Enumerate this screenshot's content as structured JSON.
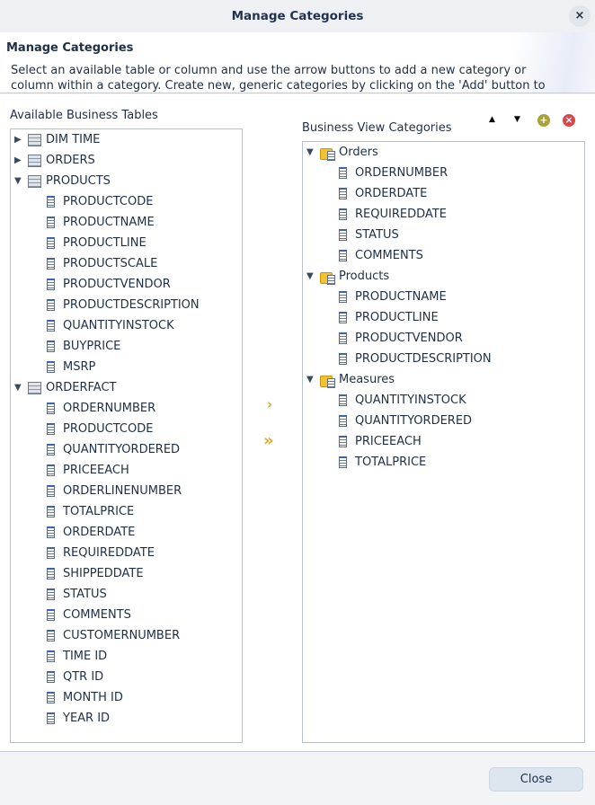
{
  "window": {
    "title": "Manage Categories",
    "close": "×"
  },
  "header": {
    "title": "Manage Categories",
    "description": "Select an available table or column and use the arrow buttons to add a new category or column within a category. Create new, generic categories by clicking on the 'Add' button to"
  },
  "left": {
    "label": "Available Business Tables",
    "items": [
      {
        "label": "DIM TIME",
        "type": "table",
        "state": "collapsed"
      },
      {
        "label": "ORDERS",
        "type": "table",
        "state": "collapsed"
      },
      {
        "label": "PRODUCTS",
        "type": "table",
        "state": "expanded"
      },
      {
        "label": "PRODUCTCODE",
        "type": "column"
      },
      {
        "label": "PRODUCTNAME",
        "type": "column"
      },
      {
        "label": "PRODUCTLINE",
        "type": "column"
      },
      {
        "label": "PRODUCTSCALE",
        "type": "column"
      },
      {
        "label": "PRODUCTVENDOR",
        "type": "column"
      },
      {
        "label": "PRODUCTDESCRIPTION",
        "type": "column"
      },
      {
        "label": "QUANTITYINSTOCK",
        "type": "column"
      },
      {
        "label": "BUYPRICE",
        "type": "column"
      },
      {
        "label": "MSRP",
        "type": "column"
      },
      {
        "label": "ORDERFACT",
        "type": "table",
        "state": "expanded"
      },
      {
        "label": "ORDERNUMBER",
        "type": "column"
      },
      {
        "label": "PRODUCTCODE",
        "type": "column"
      },
      {
        "label": "QUANTITYORDERED",
        "type": "column"
      },
      {
        "label": "PRICEEACH",
        "type": "column"
      },
      {
        "label": "ORDERLINENUMBER",
        "type": "column"
      },
      {
        "label": "TOTALPRICE",
        "type": "column"
      },
      {
        "label": "ORDERDATE",
        "type": "column"
      },
      {
        "label": "REQUIREDDATE",
        "type": "column"
      },
      {
        "label": "SHIPPEDDATE",
        "type": "column"
      },
      {
        "label": "STATUS",
        "type": "column"
      },
      {
        "label": "COMMENTS",
        "type": "column"
      },
      {
        "label": "CUSTOMERNUMBER",
        "type": "column"
      },
      {
        "label": "TIME ID",
        "type": "column"
      },
      {
        "label": "QTR ID",
        "type": "column"
      },
      {
        "label": "MONTH ID",
        "type": "column"
      },
      {
        "label": "YEAR ID",
        "type": "column"
      }
    ]
  },
  "right": {
    "label": "Business View Categories",
    "items": [
      {
        "label": "Orders",
        "type": "category",
        "state": "expanded"
      },
      {
        "label": "ORDERNUMBER",
        "type": "column"
      },
      {
        "label": "ORDERDATE",
        "type": "column"
      },
      {
        "label": "REQUIREDDATE",
        "type": "column"
      },
      {
        "label": "STATUS",
        "type": "column"
      },
      {
        "label": "COMMENTS",
        "type": "column"
      },
      {
        "label": "Products",
        "type": "category",
        "state": "expanded"
      },
      {
        "label": "PRODUCTNAME",
        "type": "column"
      },
      {
        "label": "PRODUCTLINE",
        "type": "column"
      },
      {
        "label": "PRODUCTVENDOR",
        "type": "column"
      },
      {
        "label": "PRODUCTDESCRIPTION",
        "type": "column"
      },
      {
        "label": "Measures",
        "type": "category",
        "state": "expanded"
      },
      {
        "label": "QUANTITYINSTOCK",
        "type": "column"
      },
      {
        "label": "QUANTITYORDERED",
        "type": "column"
      },
      {
        "label": "PRICEEACH",
        "type": "column"
      },
      {
        "label": "TOTALPRICE",
        "type": "column"
      }
    ]
  },
  "toolbar": {
    "up": "▲",
    "down": "▼",
    "add": "+",
    "remove": "×"
  },
  "arrows": {
    "add_one": "›",
    "add_all": "»"
  },
  "footer": {
    "close_label": "Close"
  }
}
